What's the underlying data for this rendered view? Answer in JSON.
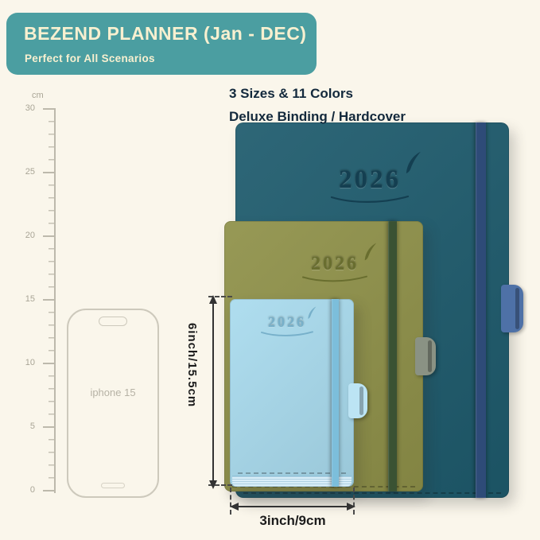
{
  "banner": {
    "title": "BEZEND PLANNER (Jan - DEC)",
    "subtitle": "Perfect for All Scenarios",
    "bg": "#4B9EA1",
    "text_color": "#F8F0D0"
  },
  "features": {
    "line1": "3 Sizes & 11 Colors",
    "line2": "Deluxe Binding / Hardcover",
    "text_color": "#13293C"
  },
  "ruler": {
    "unit": "cm",
    "labels": [
      "30",
      "25",
      "20",
      "15",
      "10",
      "5",
      "0"
    ]
  },
  "phone": {
    "label": "iphone 15"
  },
  "planners": [
    {
      "name": "large",
      "year": "2026",
      "cover_color": "#1E5B6D",
      "band_color": "#2E4B78",
      "loop_color": "#4E71A7",
      "emboss_color": "#143F51"
    },
    {
      "name": "medium",
      "year": "2026",
      "cover_color": "#8F9149",
      "band_color": "#3A5233",
      "loop_color": "#8A9284",
      "emboss_color": "#696E2F"
    },
    {
      "name": "small",
      "year": "2026",
      "cover_color": "#A9DBEE",
      "band_color": "#7CBEDB",
      "loop_color": "#BCE4F4",
      "emboss_color": "#77B0CA"
    }
  ],
  "dimensions": {
    "height_label": "6inch/15.5cm",
    "width_label": "3inch/9cm",
    "arrow_color": "#333333"
  }
}
